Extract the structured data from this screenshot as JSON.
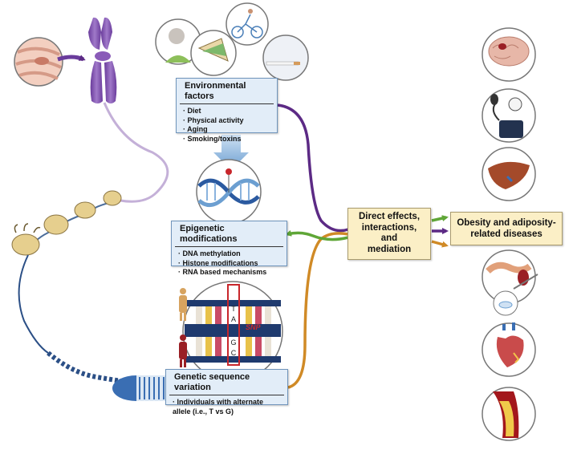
{
  "environmental": {
    "title": "Environmental factors",
    "items": [
      "Diet",
      "Physical activity",
      "Aging",
      "Smoking/toxins"
    ]
  },
  "epigenetic": {
    "title": "Epigenetic modifications",
    "items": [
      "DNA methylation",
      "Histone modifications",
      "RNA based mechanisms"
    ]
  },
  "genetic": {
    "title": "Genetic sequence variation",
    "items": [
      "Individuals with alternate allele (i.e., T vs G)"
    ]
  },
  "snp": {
    "label": "SNP",
    "allele_top": "T",
    "base_top": "A",
    "allele_bottom": "G",
    "base_bottom": "C"
  },
  "mediation": {
    "line1": "Direct effects,",
    "line2": "interactions,",
    "line3": "and",
    "line4": "mediation"
  },
  "outcome": {
    "line1": "Obesity and adiposity-",
    "line2": "related diseases"
  },
  "organ_icons": [
    "brain-icon",
    "blood-pressure-cuff-icon",
    "liver-icon",
    "pancreas-kidney-syringe-icon",
    "heart-icon",
    "artery-plaque-icon"
  ],
  "colors": {
    "purple": "#5c2a85",
    "green": "#5fa637",
    "orange": "#d08a26",
    "blue_box": "#e2edf8",
    "tan_box": "#fbefc6"
  }
}
